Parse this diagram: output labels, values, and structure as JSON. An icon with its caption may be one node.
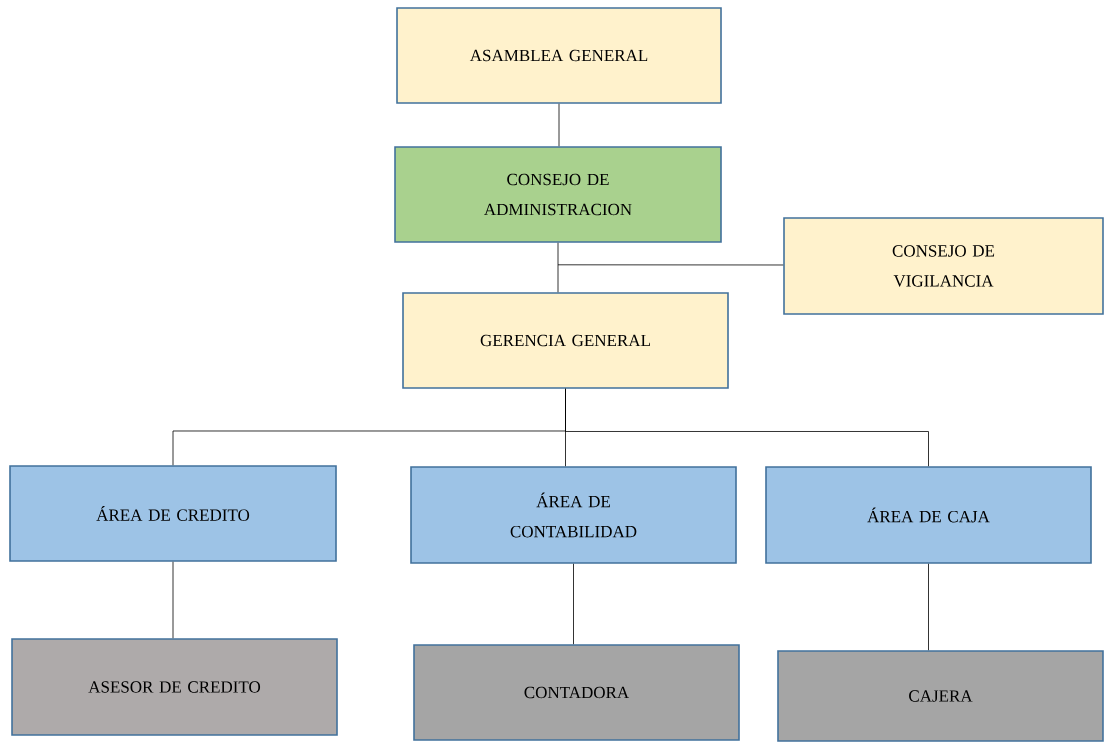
{
  "diagram": {
    "nodes": [
      {
        "text": [
          "ASAMBLEA GENERAL"
        ]
      },
      {
        "text": [
          "CONSEJO DE ADMINISTRACION"
        ]
      },
      {
        "text": [
          "CONSEJO DE VIGILANCIA"
        ]
      },
      {
        "text": [
          "GERENCIA GENERAL"
        ]
      },
      {
        "text": [
          "ÁREA DE CREDITO"
        ]
      },
      {
        "text": [
          "ÁREA DE CONTABILIDAD"
        ]
      },
      {
        "text": [
          "ÁREA DE CAJA"
        ]
      },
      {
        "text": [
          "ASESOR DE CREDITO"
        ]
      },
      {
        "text": [
          "CONTADORA"
        ]
      },
      {
        "text": [
          "CAJERA"
        ]
      }
    ],
    "edges": [
      {
        "from": 0,
        "to": 1,
        "arrow": "none"
      },
      {
        "from": 1,
        "to": 3,
        "arrow": "none"
      },
      {
        "from": 1,
        "to": 2,
        "arrow": "none"
      },
      {
        "from": 3,
        "to": 4,
        "arrow": "none"
      },
      {
        "from": 3,
        "to": 5,
        "arrow": "none"
      },
      {
        "from": 3,
        "to": 6,
        "arrow": "none"
      },
      {
        "from": 4,
        "to": 7,
        "arrow": "none"
      },
      {
        "from": 5,
        "to": 8,
        "arrow": "none"
      },
      {
        "from": 6,
        "to": 9,
        "arrow": "none"
      }
    ]
  }
}
